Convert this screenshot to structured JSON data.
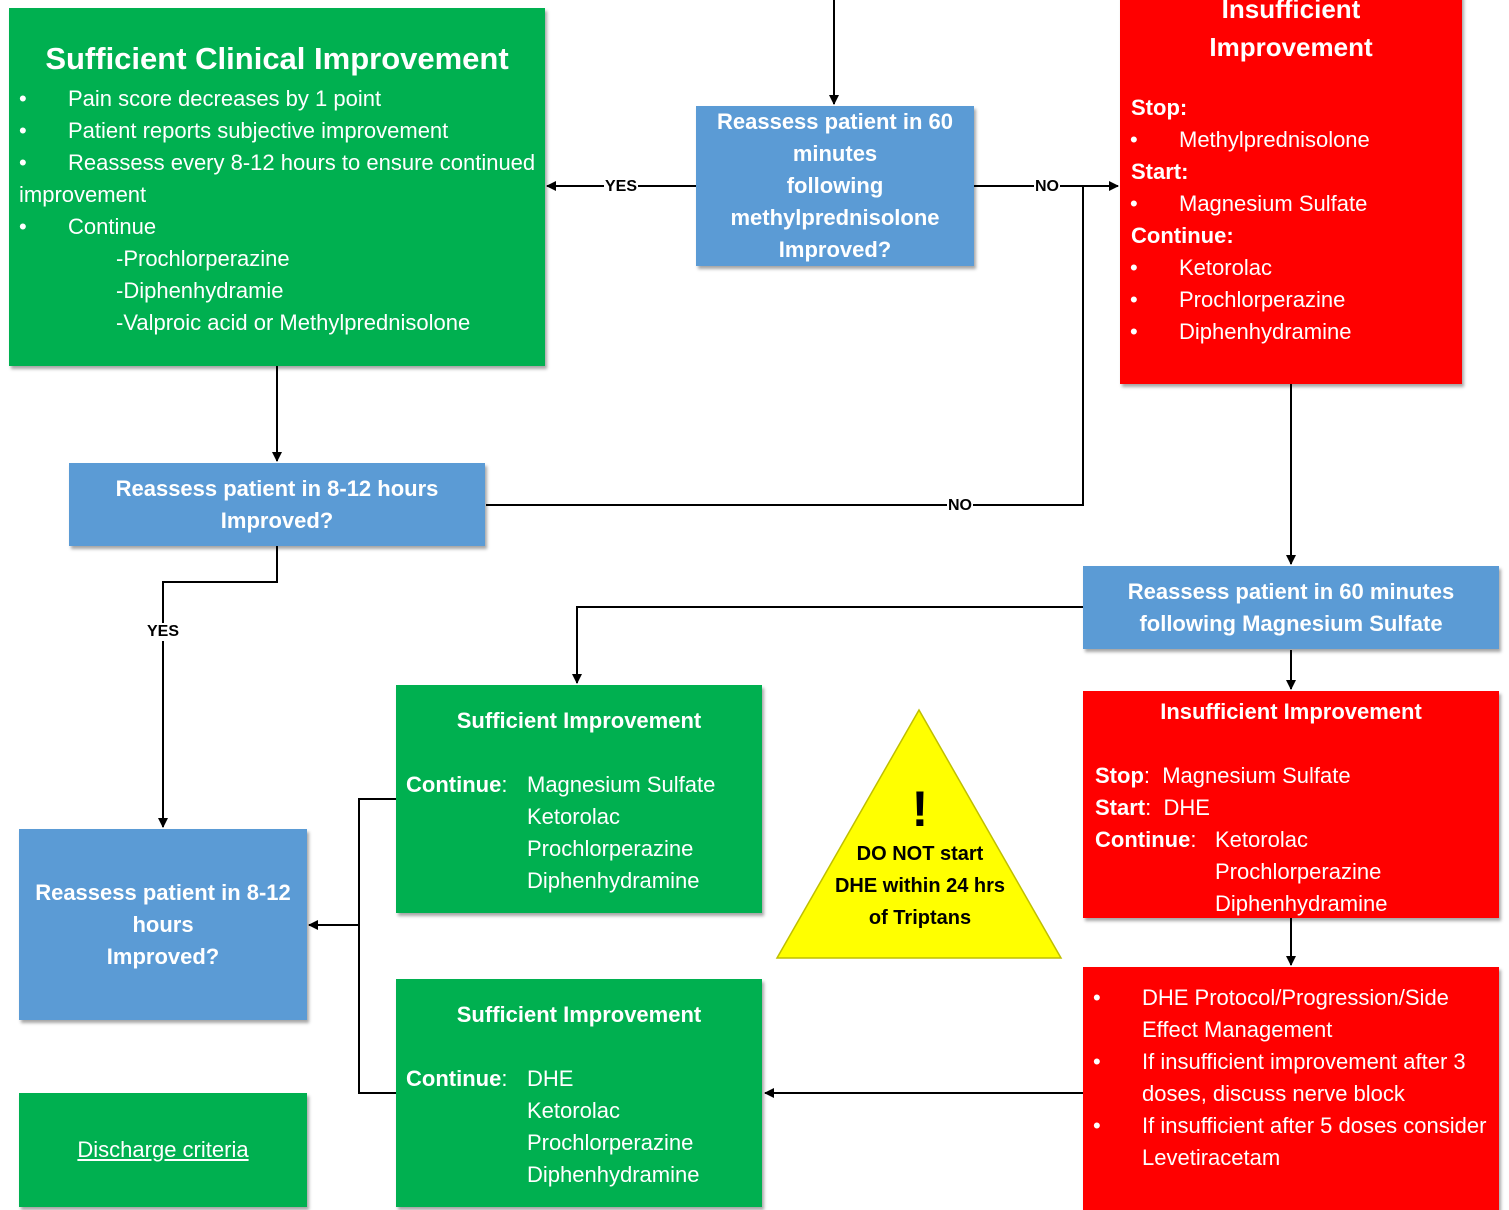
{
  "colors": {
    "green": "#00b050",
    "red": "#ff0000",
    "blue": "#5b9bd5",
    "yellow": "#ffff00"
  },
  "sufficient_clinical": {
    "title": "Sufficient Clinical Improvement",
    "bullets": [
      "Pain score decreases by 1 point",
      "Patient reports subjective improvement",
      "Reassess every 8-12 hours to ensure continued improvement",
      "Continue"
    ],
    "sub_items": [
      "-Prochlorperazine",
      "-Diphenhydramie",
      "-Valproic acid or Methylprednisolone"
    ]
  },
  "reassess_methyl": {
    "lines": [
      "Reassess patient in 60",
      "minutes",
      "following",
      "methylprednisolone",
      "Improved?"
    ]
  },
  "insufficient_top": {
    "title_lines": [
      "Insufficient",
      "Improvement"
    ],
    "stop_label": "Stop:",
    "stop_items": [
      "Methylprednisolone"
    ],
    "start_label": "Start:",
    "start_items": [
      "Magnesium Sulfate"
    ],
    "continue_label": "Continue:",
    "continue_items": [
      "Ketorolac",
      "Prochlorperazine",
      "Diphenhydramine"
    ]
  },
  "reassess_8_12_top": {
    "lines": [
      "Reassess patient in 8-12 hours",
      "Improved?"
    ]
  },
  "reassess_mag": {
    "lines": [
      "Reassess patient in 60 minutes",
      "following Magnesium Sulfate"
    ]
  },
  "sufficient_mag": {
    "title": "Sufficient Improvement",
    "continue_label": "Continue",
    "items": [
      "Magnesium Sulfate",
      "Ketorolac",
      "Prochlorperazine",
      "Diphenhydramine"
    ]
  },
  "insufficient_mag": {
    "title": "Insufficient Improvement",
    "stop_label": "Stop",
    "stop_value": "Magnesium Sulfate",
    "start_label": "Start",
    "start_value": "DHE",
    "continue_label": "Continue",
    "continue_items": [
      "Ketorolac",
      "Prochlorperazine",
      "Diphenhydramine"
    ]
  },
  "warning": {
    "symbol": "!",
    "lines": [
      "DO NOT start",
      "DHE within 24 hrs",
      "of Triptans"
    ]
  },
  "reassess_8_12_bottom": {
    "lines": [
      "Reassess patient in 8-12",
      "hours",
      "Improved?"
    ]
  },
  "dhe_protocol": {
    "bullets": [
      "DHE Protocol/Progression/Side Effect Management",
      "If insufficient improvement after 3 doses, discuss nerve block",
      "If insufficient after 5 doses consider Levetiracetam"
    ]
  },
  "sufficient_dhe": {
    "title": "Sufficient Improvement",
    "continue_label": "Continue",
    "items": [
      "DHE",
      "Ketorolac",
      "Prochlorperazine",
      "Diphenhydramine"
    ]
  },
  "discharge": {
    "link_text": "Discharge criteria"
  },
  "labels": {
    "yes": "YES",
    "no": "NO"
  }
}
